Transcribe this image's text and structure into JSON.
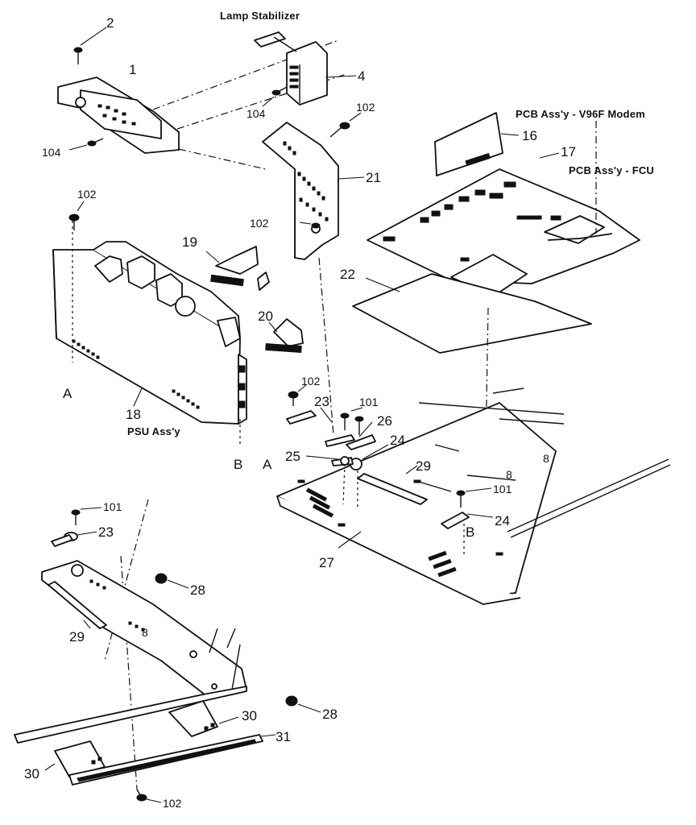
{
  "labels": {
    "lamp_stabilizer": "Lamp Stabilizer",
    "pcb_modem": "PCB Ass'y - V96F Modem",
    "pcb_fcu": "PCB Ass'y - FCU",
    "psu": "PSU Ass'y"
  },
  "callouts": {
    "c1": "1",
    "c2": "2",
    "c4": "4",
    "c16": "16",
    "c17": "17",
    "c18": "18",
    "c19": "19",
    "c20": "20",
    "c21": "21",
    "c22": "22",
    "c23a": "23",
    "c23b": "23",
    "c24a": "24",
    "c24b": "24",
    "c25": "25",
    "c26": "26",
    "c27": "27",
    "c28a": "28",
    "c28b": "28",
    "c29a": "29",
    "c29b": "29",
    "c30a": "30",
    "c30b": "30",
    "c31": "31",
    "c101a": "101",
    "c101b": "101",
    "c101c": "101",
    "c102a": "102",
    "c102b": "102",
    "c102c": "102",
    "c102d": "102",
    "c102e": "102",
    "c104a": "104",
    "c104b": "104"
  },
  "refs": {
    "a1": "A",
    "a2": "A",
    "b1": "B",
    "b2": "B"
  },
  "marks": {
    "m8a": "8",
    "m8b": "8",
    "m8c": "8"
  }
}
